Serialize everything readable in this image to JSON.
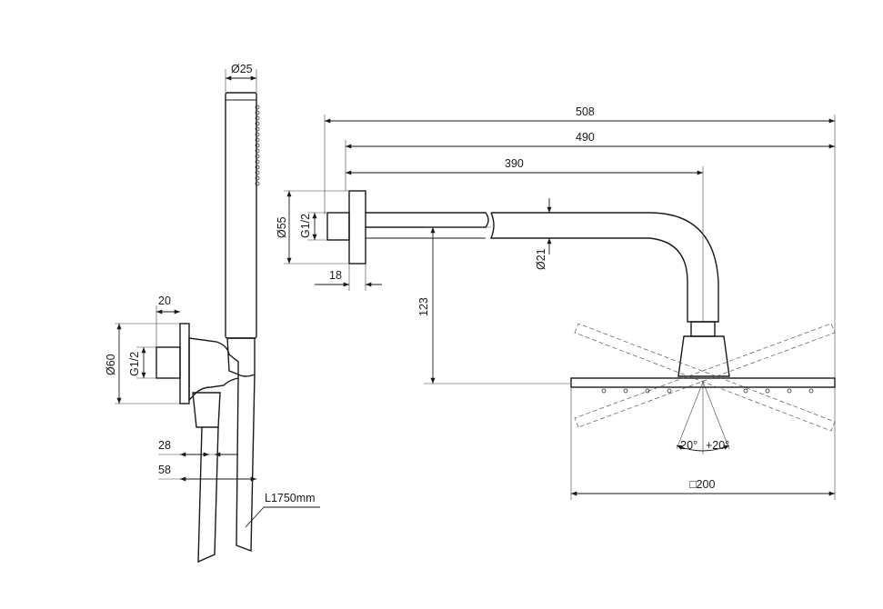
{
  "dimensions": {
    "handshower_diameter": "Ø25",
    "overall_length": "508",
    "arm_length_490": "490",
    "arm_length_390": "390",
    "wall_flange_diameter": "Ø55",
    "wall_thread": "G1/2",
    "flange_depth": "18",
    "arm_diameter": "Ø21",
    "head_drop": "123",
    "outlet_depth": "20",
    "outlet_diameter": "Ø60",
    "outlet_thread": "G1/2",
    "offset_28": "28",
    "offset_58": "58",
    "hose_length": "L1750mm",
    "tilt_left": "-20°",
    "tilt_right": "+20°",
    "head_size": "□200"
  }
}
